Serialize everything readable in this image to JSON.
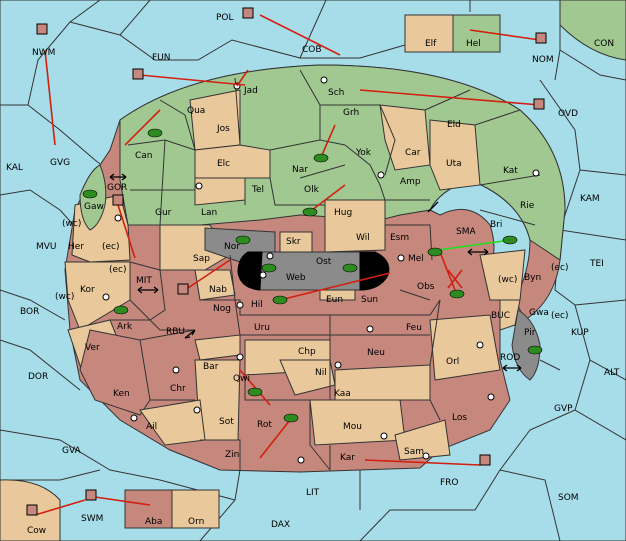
{
  "colors": {
    "sea": "#a7dde9",
    "neutral": "#e9c89b",
    "green_power": "#a2c891",
    "red_power": "#c6877d",
    "grey_power": "#8b8b8b",
    "order_arrow": "#d22010",
    "support_line": "#22dd22"
  },
  "sea_labels": [
    "POL",
    "COB",
    "FUN",
    "NWM",
    "NOM",
    "CON",
    "OVD",
    "KAL",
    "GVG",
    "KAM",
    "MVU",
    "MIT",
    "SMA",
    "TEI",
    "BOR",
    "BUC",
    "KUP",
    "RBU",
    "ROD",
    "ALT",
    "DOR",
    "GVP",
    "GVA",
    "FRO",
    "SOM",
    "LIT",
    "SWM",
    "DAX"
  ],
  "land_labels": [
    "Elf",
    "Hel",
    "Jad",
    "Sch",
    "Qua",
    "Jos",
    "Grh",
    "Eld",
    "Can",
    "Elc",
    "Nar",
    "Yok",
    "Car",
    "Uta",
    "Kat",
    "Gaw",
    "Tel",
    "Olk",
    "Amp",
    "Gur",
    "Lan",
    "Hug",
    "Rie",
    "Bri",
    "Her",
    "Wil",
    "Esm",
    "Nor",
    "Skr",
    "Ost",
    "Mel",
    "Byn",
    "Sap",
    "Web",
    "Kor",
    "Nab",
    "Eun",
    "Sun",
    "Obs",
    "Gwa",
    "Nog",
    "Hil",
    "Ark",
    "Uru",
    "Feu",
    "Pir",
    "Chp",
    "Neu",
    "Ver",
    "Bar",
    "Orl",
    "Qwi",
    "Nil",
    "Ken",
    "Chr",
    "Kaa",
    "Sot",
    "Ail",
    "Rot",
    "Mou",
    "Los",
    "Zin",
    "Kar",
    "Sam",
    "Aba",
    "Orn",
    "Cow"
  ],
  "coast_tags": [
    "(wc)",
    "(ec)",
    "(wc)",
    "(ec)",
    "(wc)",
    "(ec)",
    "(ec)"
  ]
}
